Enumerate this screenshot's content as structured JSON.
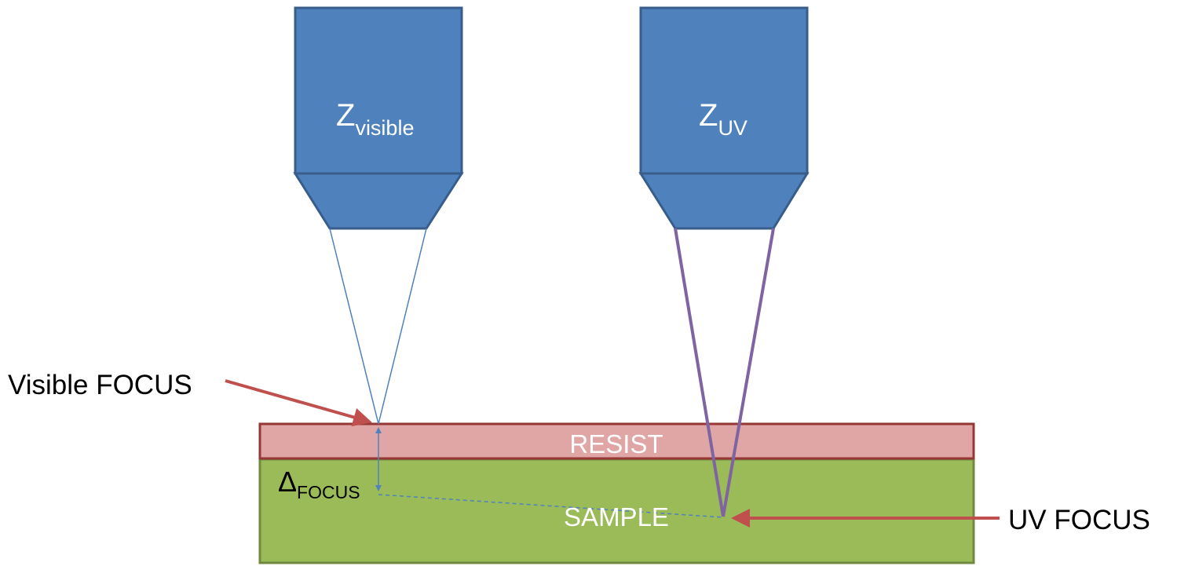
{
  "objectives": {
    "visible": {
      "main": "Z",
      "sub": "visible"
    },
    "uv": {
      "main": "Z",
      "sub": "UV"
    }
  },
  "layers": {
    "resist": "RESIST",
    "sample": "SAMPLE"
  },
  "labels": {
    "visible_focus": "Visible FOCUS",
    "uv_focus": "UV FOCUS",
    "delta_main": "Δ",
    "delta_sub": "FOCUS"
  },
  "colors": {
    "objective_fill": "#4F81BD",
    "objective_stroke": "#385D8A",
    "resist_fill": "#E0A5A5",
    "resist_stroke": "#953735",
    "sample_fill": "#9BBB59",
    "sample_stroke": "#71893F",
    "visible_beam": "#4F81BD",
    "uv_beam": "#8064A2",
    "pointer_arrow": "#C0504D"
  }
}
